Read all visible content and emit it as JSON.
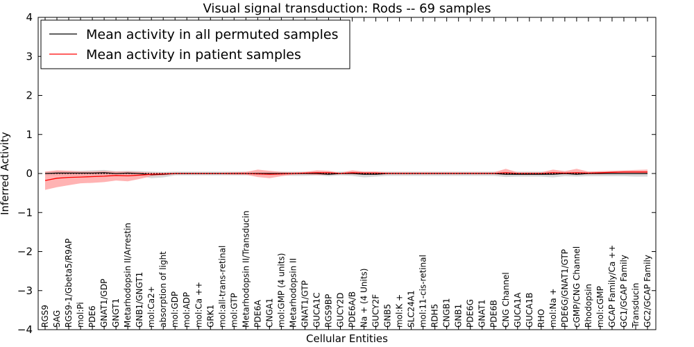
{
  "chart_data": {
    "type": "line",
    "title": "Visual signal transduction: Rods -- 69 samples",
    "xlabel": "Cellular Entities",
    "ylabel": "Inferred Activity",
    "ylim": [
      -4,
      4
    ],
    "yticks": [
      "−4",
      "−3",
      "−2",
      "−1",
      "0",
      "1",
      "2",
      "3",
      "4"
    ],
    "ytick_values": [
      -4,
      -3,
      -2,
      -1,
      0,
      1,
      2,
      3,
      4
    ],
    "grid": false,
    "legend_position": "top-left",
    "categories": [
      "RGS9",
      "SAG",
      "RGS9-1/Gbeta5/R9AP",
      "mol:Pi",
      "PDE6",
      "GNAT1/GDP",
      "GNGT1",
      "Metarhodopsin II/Arrestin",
      "GNB1/GNGT1",
      "mol:Ca2+",
      "absorption of light",
      "mol:GDP",
      "mol:ADP",
      "mol:Ca ++",
      "GRK1",
      "mol:all-trans-retinal",
      "mol:GTP",
      "Metarhodopsin II/Transducin",
      "PDE6A",
      "CNGA1",
      "mol:GMP (4 units)",
      "Metarhodopsin II",
      "GNAT1/GTP",
      "GUCA1C",
      "RGS9BP",
      "GUCY2D",
      "PDE6A/B",
      "Na + (4 Units)",
      "GUCY2F",
      "GNB5",
      "mol:K +",
      "SLC24A1",
      "mol:11-cis-retinal",
      "RDH5",
      "CNGB1",
      "GNB1",
      "PDE6G",
      "GNAT1",
      "PDE6B",
      "CNG Channel",
      "GUCA1A",
      "GUCA1B",
      "RHO",
      "mol:Na +",
      "PDE6G/GNAT1/GTP",
      "cGMP/CNG Channel",
      "Rhodopsin",
      "mol:cGMP",
      "GCAP Family/Ca ++",
      "GC1/GCAP Family",
      "Transducin",
      "GC2/GCAP Family"
    ],
    "series": [
      {
        "name": "Mean activity in all permuted samples",
        "color": "#000000",
        "band_color": "#c8c8c8",
        "values": [
          0.0,
          0.01,
          0.01,
          0.01,
          0.01,
          0.02,
          0.0,
          0.01,
          0.0,
          -0.03,
          -0.02,
          0.0,
          0.0,
          0.0,
          0.0,
          0.0,
          0.0,
          0.0,
          0.0,
          0.0,
          0.0,
          0.0,
          0.0,
          0.0,
          -0.02,
          0.0,
          0.0,
          -0.02,
          -0.02,
          0.0,
          0.0,
          0.0,
          0.0,
          0.0,
          0.0,
          0.0,
          0.0,
          0.0,
          0.0,
          -0.02,
          -0.02,
          -0.02,
          -0.02,
          -0.02,
          0.0,
          -0.02,
          0.0,
          0.0,
          0.0,
          0.0,
          0.0,
          0.0
        ],
        "lower": [
          -0.05,
          -0.06,
          -0.06,
          -0.06,
          -0.07,
          -0.06,
          -0.06,
          -0.05,
          -0.06,
          -0.12,
          -0.1,
          -0.05,
          -0.05,
          -0.05,
          -0.05,
          -0.05,
          -0.05,
          -0.05,
          -0.05,
          -0.05,
          -0.05,
          -0.06,
          -0.06,
          -0.05,
          -0.07,
          -0.05,
          -0.06,
          -0.1,
          -0.08,
          -0.06,
          -0.06,
          -0.06,
          -0.06,
          -0.06,
          -0.06,
          -0.06,
          -0.06,
          -0.06,
          -0.06,
          -0.09,
          -0.08,
          -0.08,
          -0.08,
          -0.1,
          -0.07,
          -0.08,
          -0.07,
          -0.07,
          -0.07,
          -0.07,
          -0.08,
          -0.08
        ],
        "upper": [
          0.05,
          0.07,
          0.07,
          0.07,
          0.08,
          0.09,
          0.06,
          0.07,
          0.06,
          0.05,
          0.04,
          0.05,
          0.05,
          0.05,
          0.05,
          0.05,
          0.05,
          0.05,
          0.05,
          0.05,
          0.05,
          0.05,
          0.05,
          0.05,
          0.04,
          0.05,
          0.05,
          0.05,
          0.05,
          0.05,
          0.05,
          0.05,
          0.05,
          0.05,
          0.05,
          0.05,
          0.05,
          0.05,
          0.05,
          0.05,
          0.05,
          0.05,
          0.05,
          0.05,
          0.05,
          0.05,
          0.05,
          0.05,
          0.05,
          0.05,
          0.05,
          0.05
        ]
      },
      {
        "name": "Mean activity in patient samples",
        "color": "#ff0000",
        "band_color": "#ff9a9a",
        "values": [
          -0.18,
          -0.12,
          -0.1,
          -0.09,
          -0.08,
          -0.07,
          -0.05,
          -0.06,
          -0.04,
          -0.02,
          -0.01,
          0.0,
          0.0,
          0.0,
          0.0,
          0.0,
          0.0,
          0.0,
          -0.01,
          -0.02,
          -0.01,
          0.0,
          0.01,
          0.02,
          0.02,
          0.0,
          0.02,
          0.01,
          0.01,
          0.0,
          0.0,
          0.0,
          0.0,
          0.0,
          0.0,
          0.0,
          0.0,
          0.0,
          0.0,
          0.02,
          0.0,
          0.0,
          0.0,
          0.02,
          0.01,
          0.02,
          0.01,
          0.02,
          0.03,
          0.04,
          0.04,
          0.04
        ],
        "lower": [
          -0.42,
          -0.35,
          -0.3,
          -0.25,
          -0.24,
          -0.22,
          -0.18,
          -0.2,
          -0.14,
          -0.07,
          -0.05,
          -0.02,
          -0.02,
          -0.02,
          -0.02,
          -0.02,
          -0.03,
          -0.03,
          -0.09,
          -0.12,
          -0.07,
          -0.03,
          -0.02,
          -0.04,
          -0.03,
          -0.02,
          -0.02,
          -0.03,
          -0.03,
          -0.02,
          -0.02,
          -0.02,
          -0.02,
          -0.02,
          -0.02,
          -0.02,
          -0.02,
          -0.02,
          -0.02,
          -0.03,
          -0.02,
          -0.02,
          -0.02,
          -0.02,
          -0.02,
          -0.02,
          -0.02,
          -0.02,
          0.0,
          0.01,
          0.01,
          0.0
        ],
        "upper": [
          0.05,
          0.08,
          0.07,
          0.05,
          0.05,
          0.06,
          0.05,
          0.05,
          0.04,
          0.02,
          0.02,
          0.02,
          0.02,
          0.02,
          0.02,
          0.02,
          0.03,
          0.04,
          0.1,
          0.07,
          0.04,
          0.03,
          0.04,
          0.08,
          0.07,
          0.02,
          0.08,
          0.05,
          0.05,
          0.03,
          0.03,
          0.03,
          0.03,
          0.03,
          0.03,
          0.03,
          0.03,
          0.03,
          0.03,
          0.12,
          0.03,
          0.03,
          0.03,
          0.1,
          0.06,
          0.12,
          0.05,
          0.06,
          0.07,
          0.08,
          0.09,
          0.1
        ]
      }
    ]
  }
}
